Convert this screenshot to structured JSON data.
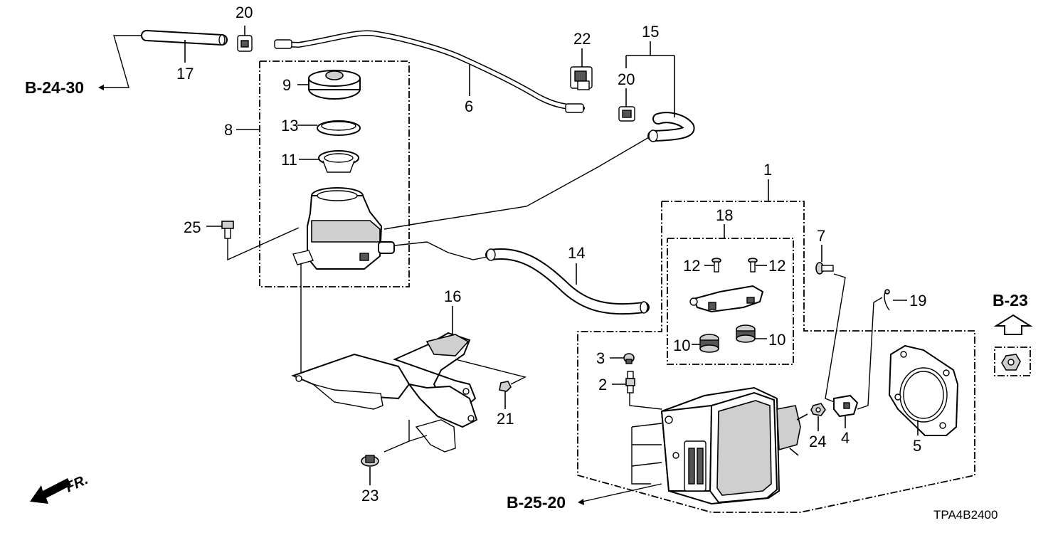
{
  "diagram": {
    "callouts": {
      "c1": "1",
      "c2": "2",
      "c3": "3",
      "c4": "4",
      "c5": "5",
      "c6": "6",
      "c7": "7",
      "c8": "8",
      "c9": "9",
      "c10a": "10",
      "c10b": "10",
      "c11": "11",
      "c12a": "12",
      "c12b": "12",
      "c13": "13",
      "c14": "14",
      "c15": "15",
      "c16": "16",
      "c17": "17",
      "c18": "18",
      "c19": "19",
      "c20a": "20",
      "c20b": "20",
      "c21": "21",
      "c22": "22",
      "c23": "23",
      "c24": "24",
      "c25": "25"
    },
    "references": {
      "b24_30": "B-24-30",
      "b25_20": "B-25-20",
      "b23": "B-23"
    },
    "front_marker": "FR.",
    "diagram_code": "TPA4B2400"
  }
}
